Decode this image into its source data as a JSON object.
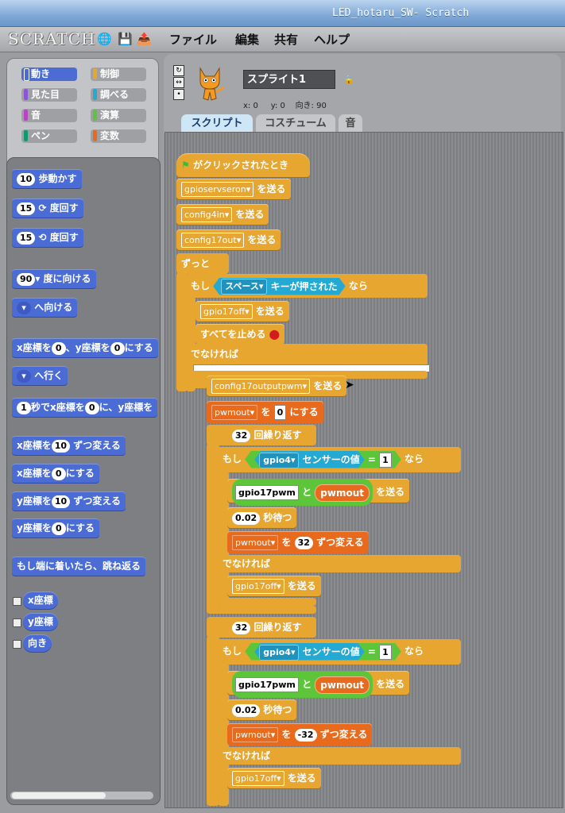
{
  "window": {
    "title": "LED_hotaru_SW- Scratch"
  },
  "menu": {
    "logo": "SCRATCH",
    "items": [
      "ファイル",
      "編集",
      "共有",
      "ヘルプ"
    ]
  },
  "categories": [
    {
      "label": "動き",
      "color": "#4a6cd4"
    },
    {
      "label": "制御",
      "color": "#e6a630"
    },
    {
      "label": "見た目",
      "color": "#8a55d7"
    },
    {
      "label": "調べる",
      "color": "#24a9d2"
    },
    {
      "label": "音",
      "color": "#bb42c3"
    },
    {
      "label": "演算",
      "color": "#5dc53a"
    },
    {
      "label": "ペン",
      "color": "#0e9a6c"
    },
    {
      "label": "変数",
      "color": "#e86a1c"
    }
  ],
  "palette": {
    "move": {
      "n": "10",
      "t": "歩動かす"
    },
    "turn_r": {
      "n": "15",
      "t": "度回す"
    },
    "turn_l": {
      "n": "15",
      "t": "度回す"
    },
    "point_dir": {
      "n": "90",
      "t": "度に向ける"
    },
    "point_to": {
      "t": "へ向ける"
    },
    "goto_xy": {
      "a": "x座標を",
      "n1": "0",
      "b": "、y座標を",
      "n2": "0",
      "c": "にする"
    },
    "goto": {
      "t": "へ行く"
    },
    "glide": {
      "n1": "1",
      "a": "秒でx座標を",
      "n2": "0",
      "b": "に、y座標を"
    },
    "change_x": {
      "a": "x座標を",
      "n": "10",
      "b": "ずつ変える"
    },
    "set_x": {
      "a": "x座標を",
      "n": "0",
      "b": "にする"
    },
    "change_y": {
      "a": "y座標を",
      "n": "10",
      "b": "ずつ変える"
    },
    "set_y": {
      "a": "y座標を",
      "n": "0",
      "b": "にする"
    },
    "bounce": "もし端に着いたら、跳ね返る",
    "xpos": "x座標",
    "ypos": "y座標",
    "dir": "向き"
  },
  "sprite": {
    "name": "スプライト1",
    "x_label": "x: 0",
    "y_label": "y: 0",
    "dir_label": "向き: 90"
  },
  "tabs": [
    "スクリプト",
    "コスチューム",
    "音"
  ],
  "script": {
    "hat": "がクリックされたとき",
    "send": "を送る",
    "forever": "ずっと",
    "if": "もし",
    "then": "なら",
    "else": "でなければ",
    "stop_all": "すべてを止める",
    "key_space": "スペース",
    "key_pressed": "キーが押された",
    "m_gpioserv": "gpioservseron",
    "m_config4": "config4in",
    "m_config17": "config17out",
    "m_gpio17off": "gpio17off",
    "m_config17pwm": "config17outputpwm",
    "var_pwm": "pwmout",
    "set_to": "を",
    "set_val": "0",
    "set_suffix": "にする",
    "repeat_n": "32",
    "repeat": "回繰り返す",
    "sensor": "gpio4",
    "sensor_value": "センサーの値",
    "eq": "=",
    "eq_val": "1",
    "gpio17pwm": "gpio17pwm",
    "and": "と",
    "wait_n": "0.02",
    "wait": "秒待つ",
    "change_by": "ずつ変える",
    "change_pos": "32",
    "change_neg": "-32"
  }
}
